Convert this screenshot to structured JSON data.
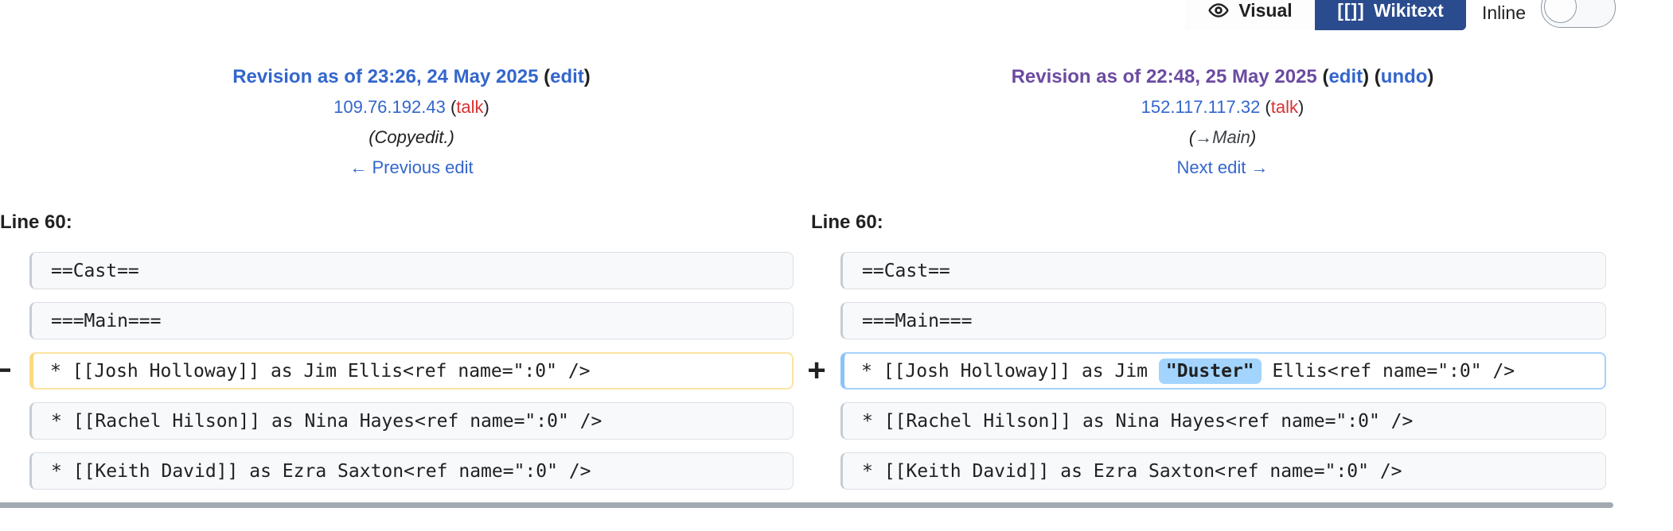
{
  "toolbar": {
    "visual_label": "Visual",
    "wikitext_label": "Wikitext",
    "wikitext_icon": "[[]]",
    "inline_label": "Inline"
  },
  "punct": {
    "open": " (",
    "close": ")",
    "close_open": ") ("
  },
  "old_revision": {
    "title": "Revision as of 23:26, 24 May 2025",
    "edit_link": "edit",
    "ip": "109.76.192.43",
    "talk_link": "talk",
    "comment": "(Copyedit.)",
    "nav_link": "← Previous edit"
  },
  "new_revision": {
    "title": "Revision as of 22:48, 25 May 2025",
    "edit_link": "edit",
    "undo_link": "undo",
    "ip": "152.117.117.32",
    "talk_link": "talk",
    "comment_link": "→Main",
    "nav_link": "Next edit →"
  },
  "diff": {
    "line_header_left": "Line 60:",
    "line_header_right": "Line 60:",
    "deleted_marker": "−",
    "added_marker": "+",
    "rows": [
      {
        "left": "==Cast==",
        "right": "==Cast=="
      },
      {
        "left": "===Main===",
        "right": "===Main==="
      },
      {
        "left": "* [[Josh Holloway]] as Jim Ellis<ref name=\":0\" />",
        "right_pre": "* [[Josh Holloway]] as Jim ",
        "right_ins": "\"Duster\"",
        "right_post": " Ellis<ref name=\":0\" />"
      },
      {
        "left": "* [[Rachel Hilson]] as Nina Hayes<ref name=\":0\" />",
        "right": "* [[Rachel Hilson]] as Nina Hayes<ref name=\":0\" />"
      },
      {
        "left": "* [[Keith David]] as Ezra Saxton<ref name=\":0\" />",
        "right": "* [[Keith David]] as Ezra Saxton<ref name=\":0\" />"
      }
    ]
  },
  "colors": {
    "link_blue": "#3366cc",
    "link_visited": "#6b4ba1",
    "link_red": "#d73333",
    "tab_active_bg": "#2a4b8d",
    "context_bg": "#f8f9fa",
    "deleted_border": "#fce3a3",
    "added_border": "#a6d1fc",
    "inserted_bg": "#a3d4fd",
    "scrollbar_gray": "#a2a9b1"
  }
}
